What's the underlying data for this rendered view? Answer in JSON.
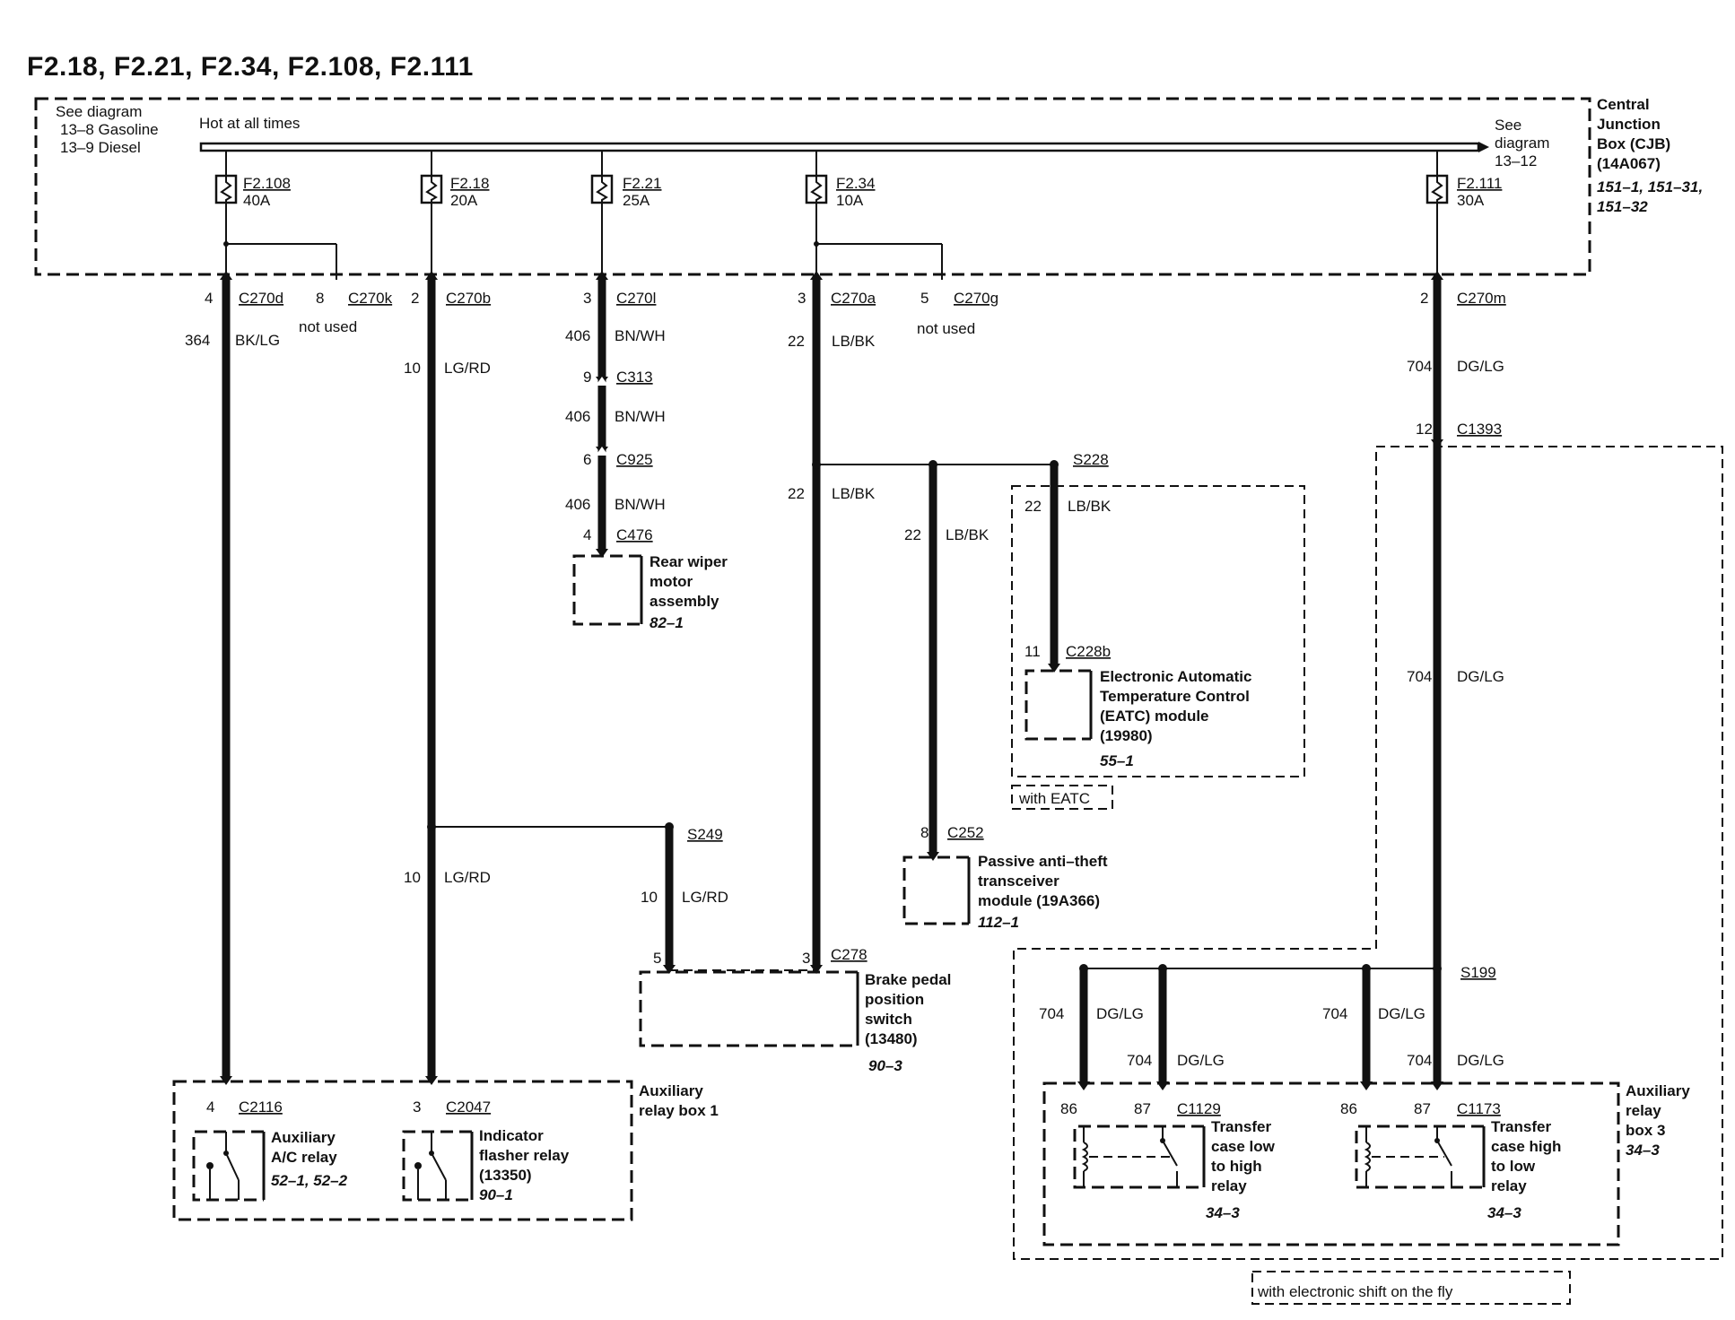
{
  "title": "F2.18, F2.21, F2.34, F2.108, F2.111",
  "cjb": {
    "see_diagram": "See diagram",
    "see_gas": "13–8 Gasoline",
    "see_diesel": "13–9 Diesel",
    "hot": "Hot at all times",
    "see_right_1": "See",
    "see_right_2": "diagram",
    "see_right_3": "13–12",
    "name_1": "Central",
    "name_2": "Junction",
    "name_3": "Box (CJB)",
    "name_4": "(14A067)",
    "ref_1": "151–1, 151–31,",
    "ref_2": "151–32"
  },
  "fuses": [
    {
      "name": "F2.108",
      "amps": "40A"
    },
    {
      "name": "F2.18",
      "amps": "20A"
    },
    {
      "name": "F2.21",
      "amps": "25A"
    },
    {
      "name": "F2.34",
      "amps": "10A"
    },
    {
      "name": "F2.111",
      "amps": "30A"
    }
  ],
  "connectors": {
    "c270d_pin": "4",
    "c270d": "C270d",
    "c270k_pin": "8",
    "c270k": "C270k",
    "c270k_note": "not used",
    "c270b_pin": "2",
    "c270b": "C270b",
    "c270l_pin": "3",
    "c270l": "C270l",
    "c270a_pin": "3",
    "c270a": "C270a",
    "c270g_pin": "5",
    "c270g": "C270g",
    "c270g_note": "not used",
    "c270m_pin": "2",
    "c270m": "C270m",
    "c313_pin": "9",
    "c313": "C313",
    "c925_pin": "6",
    "c925": "C925",
    "c476_pin": "4",
    "c476": "C476",
    "c1393_pin": "12",
    "c1393": "C1393",
    "c228b_pin": "11",
    "c228b": "C228b",
    "c252_pin": "8",
    "c252": "C252",
    "c278_pin5": "5",
    "c278_pin3": "3",
    "c278": "C278",
    "c2116_pin": "4",
    "c2116": "C2116",
    "c2047_pin": "3",
    "c2047": "C2047",
    "c1129_86": "86",
    "c1129_87": "87",
    "c1129": "C1129",
    "c1173_86": "86",
    "c1173_87": "87",
    "c1173": "C1173"
  },
  "splices": {
    "s228": "S228",
    "s249": "S249",
    "s199": "S199"
  },
  "wires": {
    "w364": "364",
    "w364_color": "BK/LG",
    "w10a": "10",
    "w10a_color": "LG/RD",
    "w406a": "406",
    "w406a_color": "BN/WH",
    "w406b": "406",
    "w406b_color": "BN/WH",
    "w406c": "406",
    "w406c_color": "BN/WH",
    "w22a": "22",
    "w22a_color": "LB/BK",
    "w22b": "22",
    "w22b_color": "LB/BK",
    "w22c": "22",
    "w22c_color": "LB/BK",
    "w22d": "22",
    "w22d_color": "LB/BK",
    "w704a": "704",
    "w704a_color": "DG/LG",
    "w704b": "704",
    "w704b_color": "DG/LG",
    "w10b": "10",
    "w10b_color": "LG/RD",
    "w10c": "10",
    "w10c_color": "LG/RD",
    "w704c": "704",
    "w704c_color": "DG/LG",
    "w704d": "704",
    "w704d_color": "DG/LG",
    "w704e": "704",
    "w704e_color": "DG/LG",
    "w704f": "704",
    "w704f_color": "DG/LG"
  },
  "components": {
    "wiper_1": "Rear wiper",
    "wiper_2": "motor",
    "wiper_3": "assembly",
    "wiper_ref": "82–1",
    "eatc_1": "Electronic Automatic",
    "eatc_2": "Temperature Control",
    "eatc_3": "(EATC) module",
    "eatc_4": "(19980)",
    "eatc_ref": "55–1",
    "with_eatc": "with EATC",
    "pats_1": "Passive anti–theft",
    "pats_2": "transceiver",
    "pats_3": "module (19A366)",
    "pats_ref": "112–1",
    "brake_1": "Brake pedal",
    "brake_2": "position",
    "brake_3": "switch",
    "brake_4": "(13480)",
    "brake_ref": "90–3",
    "arb1_1": "Auxiliary",
    "arb1_2": "relay box 1",
    "ac_1": "Auxiliary",
    "ac_2": "A/C relay",
    "ac_ref": "52–1, 52–2",
    "flash_1": "Indicator",
    "flash_2": "flasher relay",
    "flash_3": "(13350)",
    "flash_ref": "90–1",
    "arb3_1": "Auxiliary",
    "arb3_2": "relay",
    "arb3_3": "box 3",
    "arb3_ref": "34–3",
    "tlow_1": "Transfer",
    "tlow_2": "case low",
    "tlow_3": "to high",
    "tlow_4": "relay",
    "tlow_ref": "34–3",
    "thigh_1": "Transfer",
    "thigh_2": "case high",
    "thigh_3": "to low",
    "thigh_4": "relay",
    "thigh_ref": "34–3",
    "eshift": "with electronic shift on the fly"
  }
}
